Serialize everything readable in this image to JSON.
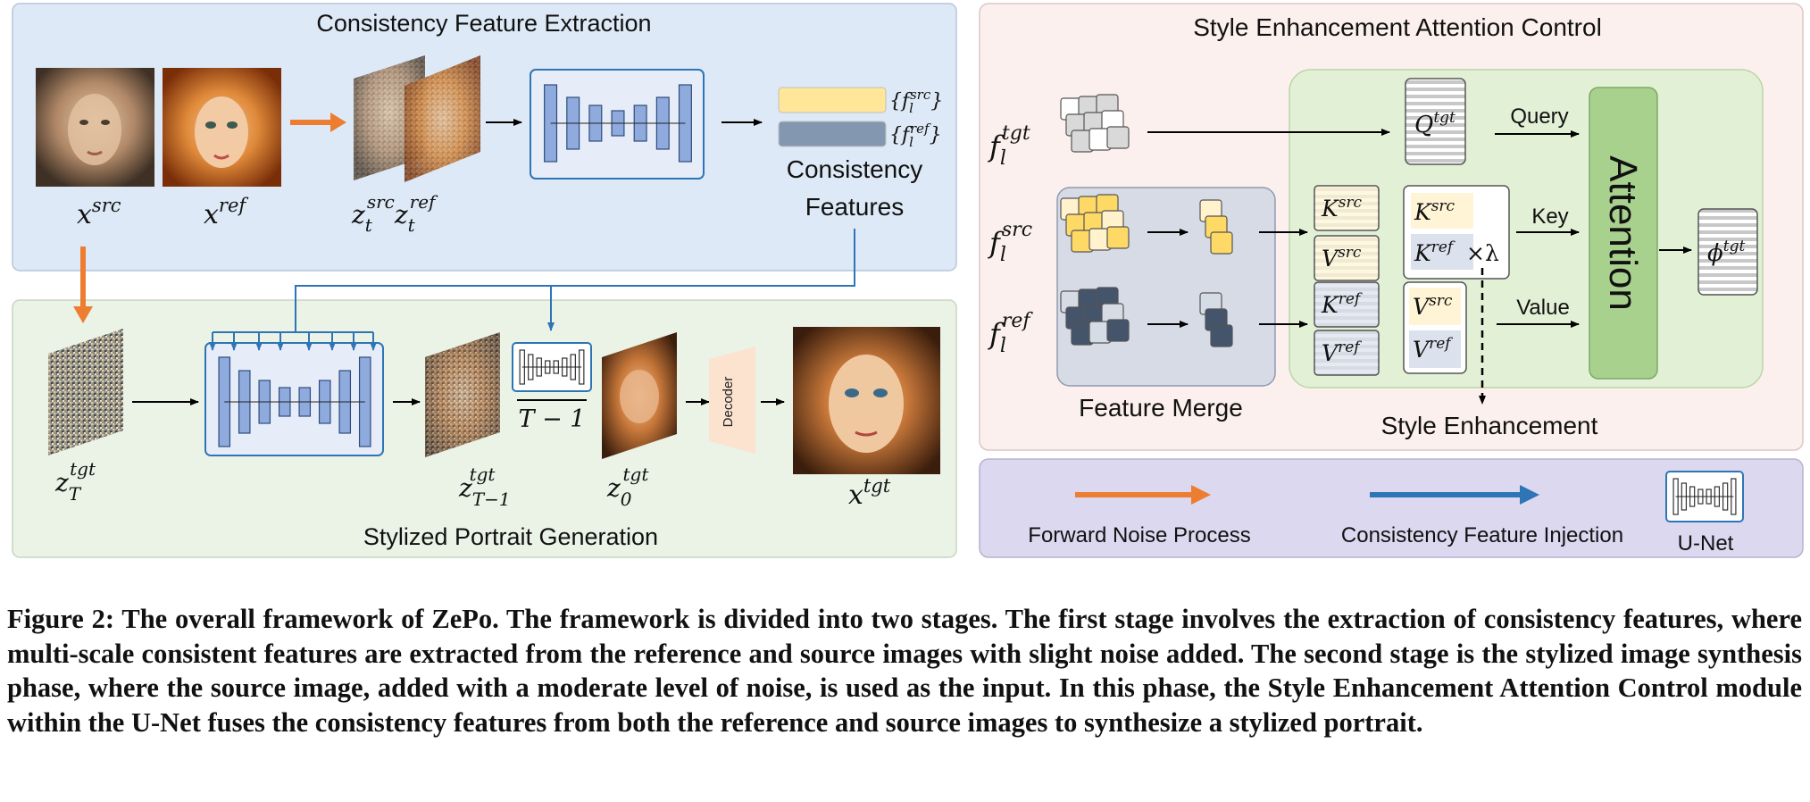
{
  "panels": {
    "consistency_extraction": {
      "title": "Consistency Feature Extraction",
      "fill": "#dde9f6"
    },
    "stylized_generation": {
      "title": "Stylized Portrait Generation",
      "fill": "#eaf3e6"
    },
    "attention_control": {
      "title": "Style Enhancement Attention Control",
      "fill": "#fcf0ee"
    },
    "legend_panel": {
      "fill": "#dcd8f0"
    }
  },
  "labels": {
    "x_src": {
      "base": "x",
      "sup": "src"
    },
    "x_ref": {
      "base": "x",
      "sup": "ref"
    },
    "z_t_src": {
      "base": "z",
      "sub": "t",
      "sup": "src"
    },
    "z_t_ref": {
      "base": "z",
      "sub": "t",
      "sup": "ref"
    },
    "f_l_src_set": "{f_l^src}",
    "f_l_ref_set": "{f_l^ref}",
    "consistency_features_line1": "Consistency",
    "consistency_features_line2": "Features",
    "z_T_tgt": {
      "base": "z",
      "sub": "T",
      "sup": "tgt"
    },
    "z_T1_tgt": {
      "base": "z",
      "sub": "T−1",
      "sup": "tgt"
    },
    "T_minus_1": "T − 1",
    "z_0_tgt": {
      "base": "z",
      "sub": "0",
      "sup": "tgt"
    },
    "decoder": "Decoder",
    "x_tgt": {
      "base": "x",
      "sup": "tgt"
    },
    "f_l_tgt": {
      "base": "f",
      "sub": "l",
      "sup": "tgt"
    },
    "f_l_src": {
      "base": "f",
      "sub": "l",
      "sup": "src"
    },
    "f_l_ref": {
      "base": "f",
      "sub": "l",
      "sup": "ref"
    },
    "Q_tgt": {
      "base": "Q",
      "sup": "tgt"
    },
    "K_src": {
      "base": "K",
      "sup": "src"
    },
    "V_src": {
      "base": "V",
      "sup": "src"
    },
    "K_ref": {
      "base": "K",
      "sup": "ref"
    },
    "V_ref": {
      "base": "V",
      "sup": "ref"
    },
    "times_lambda": "×λ",
    "query": "Query",
    "key": "Key",
    "value": "Value",
    "attention": "Attention",
    "phi_tgt": {
      "base": "ϕ",
      "sup": "tgt"
    },
    "feature_merge": "Feature Merge",
    "style_enhancement": "Style Enhancement"
  },
  "legend": {
    "forward_noise": "Forward Noise Process",
    "consistency_injection": "Consistency Feature Injection",
    "unet": "U-Net"
  },
  "colors": {
    "orange_arrow": "#ed7d31",
    "blue_arrow": "#2e75b6",
    "unet_fill": "#8faadc",
    "src_feature": "#ffd966",
    "ref_feature": "#44546a",
    "attention_fill": "#a9d18e",
    "decoder_fill": "#fbe3d0"
  },
  "caption": "Figure 2: The overall framework of ZePo. The framework is divided into two stages. The first stage involves the extraction of consistency features, where multi-scale consistent features are extracted from the reference and source images with slight noise added. The second stage is the stylized image synthesis phase, where the source image, added with a moderate level of noise, is used as the input. In this phase, the Style Enhancement Attention Control module within the U-Net fuses the consistency features from both the reference and source images to synthesize a stylized portrait."
}
